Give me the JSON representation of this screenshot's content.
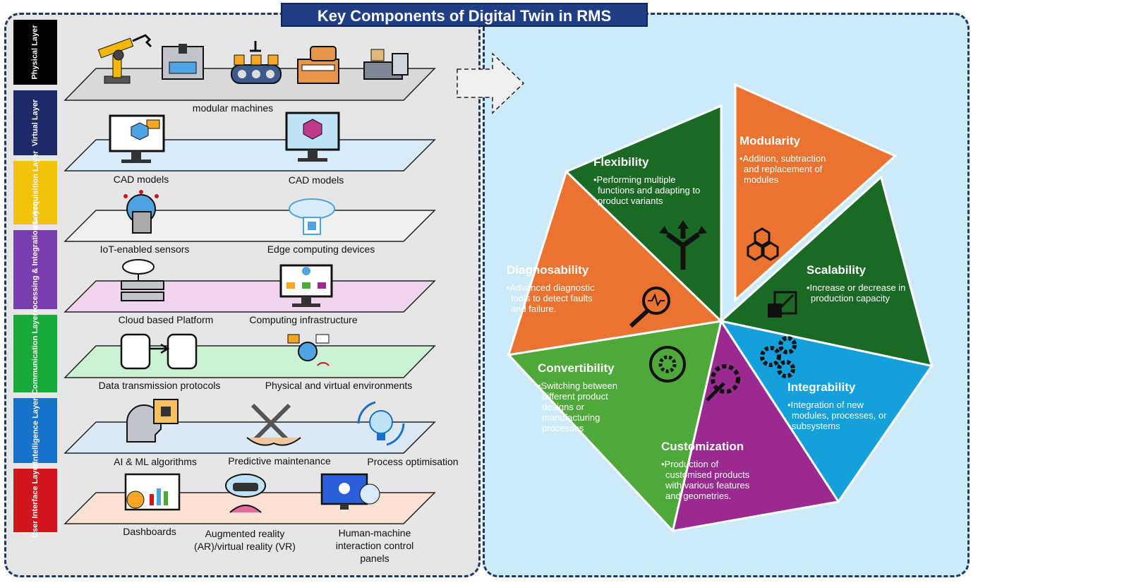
{
  "title": "Key Components of Digital Twin in RMS",
  "layers": [
    {
      "label": "Physical Layer",
      "color": "#000000",
      "platform_color": "#d9d9d9",
      "items": [
        "modular machines"
      ]
    },
    {
      "label": "Virtual Layer",
      "color": "#1f2a6b",
      "platform_color": "#d7ecf8",
      "items": [
        "CAD models",
        "CAD models"
      ]
    },
    {
      "label": "Data Acquisition Layer",
      "color": "#f2c20d",
      "platform_color": "#f0f0f0",
      "items": [
        "IoT-enabled sensors",
        "Edge computing devices"
      ]
    },
    {
      "label": "Data Processing & Integration Layer",
      "color": "#7a3db0",
      "platform_color": "#f1d5ef",
      "items": [
        "Cloud based Platform",
        "Computing infrastructure"
      ]
    },
    {
      "label": "Communication Layer",
      "color": "#1aaa3a",
      "platform_color": "#ccf2d4",
      "items": [
        "Data transmission protocols",
        "Physical and virtual environments"
      ]
    },
    {
      "label": "Intelligence Layer",
      "color": "#1772c9",
      "platform_color": "#dbe9f6",
      "items": [
        "AI & ML algorithms",
        "Predictive maintenance",
        "Process optimisation"
      ]
    },
    {
      "label": "User Interface Layer",
      "color": "#d0151c",
      "platform_color": "#fbe0d4",
      "items": [
        "Dashboards",
        "Augmented reality (AR)/virtual reality (VR)",
        "Human-machine interaction control panels"
      ]
    }
  ],
  "components": [
    {
      "name": "Modularity",
      "desc": "Addition, subtraction and replacement of modules",
      "color": "#ea7332",
      "icon": "hexagon-cluster-icon"
    },
    {
      "name": "Scalability",
      "desc": "Increase or decrease in production capacity",
      "color": "#1a6a26",
      "icon": "scale-up-icon"
    },
    {
      "name": "Integrability",
      "desc": "Integration of new modules, processes, or subsystems",
      "color": "#14a0dc",
      "icon": "gears-icon"
    },
    {
      "name": "Customization",
      "desc": "Production of customised products with various features and geometries.",
      "color": "#9b2a90",
      "icon": "wrench-gear-icon"
    },
    {
      "name": "Convertibility",
      "desc": "Switching between different product designs or manufacturing processes",
      "color": "#4ea93a",
      "icon": "gear-cycle-icon"
    },
    {
      "name": "Diagnosability",
      "desc": "Advanced diagnostic tools to detect faults and failure.",
      "color": "#ea7332",
      "icon": "magnifier-pulse-icon"
    },
    {
      "name": "Flexibility",
      "desc": "Performing multiple functions and adapting to product variants",
      "color": "#1a6a26",
      "icon": "branching-arrows-icon"
    }
  ]
}
